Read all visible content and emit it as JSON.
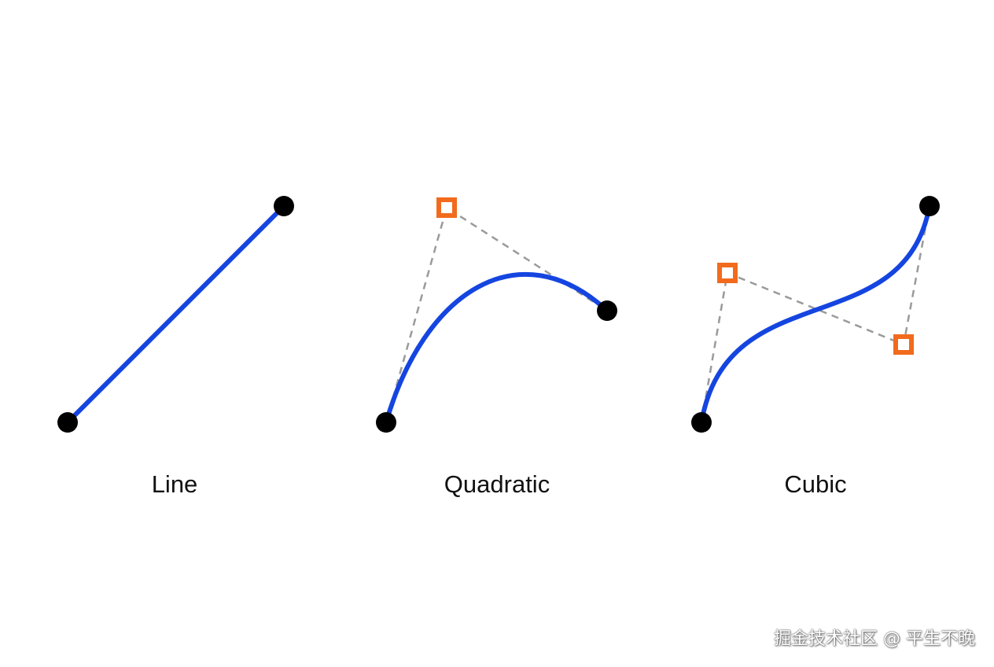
{
  "panels": [
    {
      "label": "Line"
    },
    {
      "label": "Quadratic"
    },
    {
      "label": "Cubic"
    }
  ],
  "watermark": "掘金技术社区 @ 平生不晚",
  "colors": {
    "curve": "#1545e0",
    "anchor_point": "#000000",
    "control_point": "#f26b1d",
    "guide_line": "#9a9a9a",
    "background": "#ffffff"
  }
}
